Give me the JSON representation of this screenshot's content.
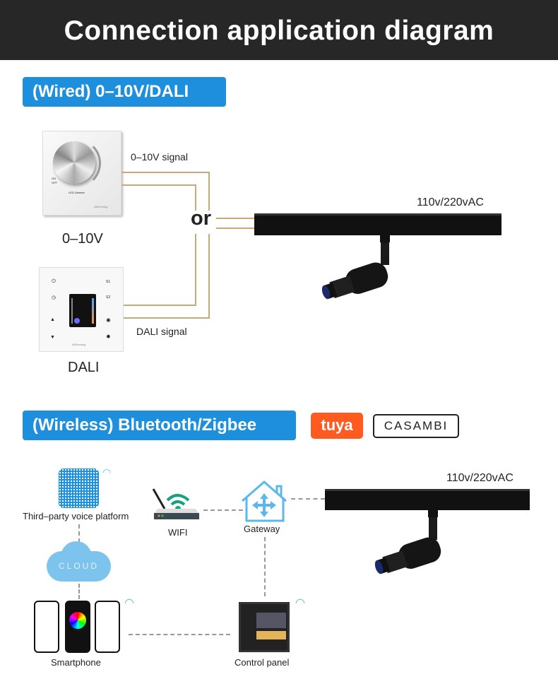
{
  "header": {
    "title": "Connection application diagram"
  },
  "wired": {
    "badge": "(Wired) 0–10V/DALI",
    "dimmer": {
      "label": "0–10V",
      "on": "ON",
      "off": "OFF",
      "model": "LED Dimmer",
      "brand": "AiDimming"
    },
    "dali_panel": {
      "label": "DALI",
      "s1": "S1",
      "s2": "S2",
      "brand": "AiDimming"
    },
    "signal_0_10v": "0–10V signal",
    "signal_dali": "DALI signal",
    "or": "or",
    "power": "110v/220vAC"
  },
  "wireless": {
    "badge": "(Wireless) Bluetooth/Zigbee",
    "logos": {
      "tuya": "tuya",
      "casambi": "CASAMBI"
    },
    "voice": "Third–party voice platform",
    "wifi": "WIFI",
    "gateway": "Gateway",
    "cloud": "CLOUD",
    "smartphone": "Smartphone",
    "control_panel": "Control panel",
    "power": "110v/220vAC"
  },
  "colors": {
    "header_bg": "#272727",
    "badge": "#1e8fdc",
    "wire": "#c9a877",
    "tuya": "#ff5a1f",
    "icon_blue": "#5bb8ee"
  }
}
